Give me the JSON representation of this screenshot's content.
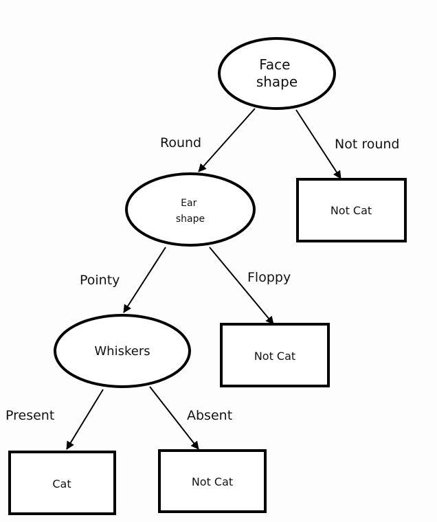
{
  "nodes": {
    "face_shape": {
      "lines": [
        "Face",
        "shape"
      ]
    },
    "ear_shape": {
      "lines": [
        "Ear",
        "shape"
      ]
    },
    "whiskers": {
      "lines": [
        "Whiskers"
      ]
    },
    "not_cat_1": {
      "label": "Not Cat"
    },
    "not_cat_2": {
      "label": "Not Cat"
    },
    "cat": {
      "label": "Cat"
    },
    "not_cat_3": {
      "label": "Not Cat"
    }
  },
  "edges": {
    "round": "Round",
    "not_round": "Not round",
    "pointy": "Pointy",
    "floppy": "Floppy",
    "present": "Present",
    "absent": "Absent"
  }
}
